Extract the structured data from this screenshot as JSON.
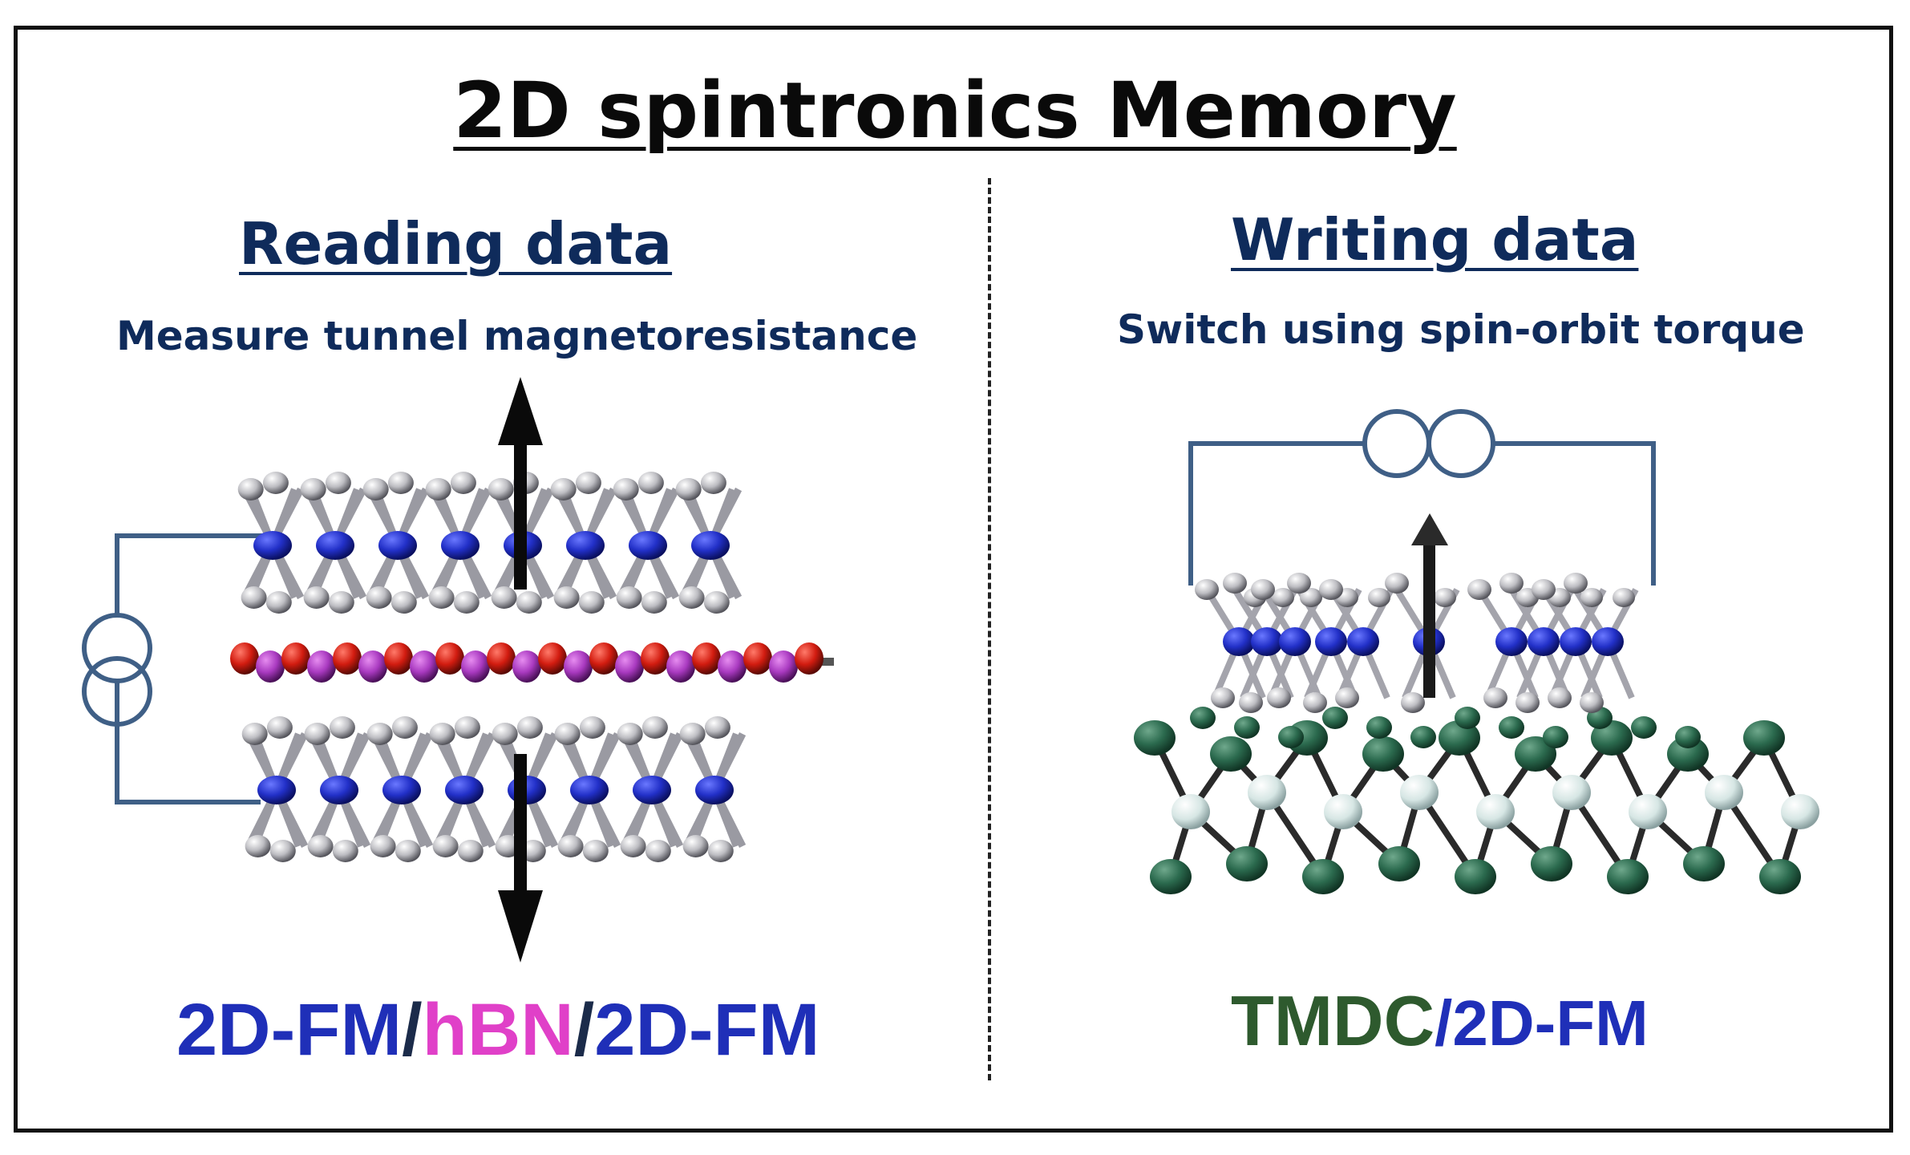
{
  "title": "2D spintronics Memory",
  "left": {
    "heading": "Reading data",
    "subheading": "Measure tunnel magnetoresistance",
    "label": {
      "part1": "2D-FM",
      "sep1": "/",
      "part2": "hBN",
      "sep2": "/",
      "part3": "2D-FM"
    }
  },
  "right": {
    "heading": "Writing data",
    "subheading": "Switch using spin-orbit  torque",
    "label": {
      "part1": "TMDC",
      "sep1": "/",
      "part2": "2D-FM"
    }
  },
  "colors": {
    "fm_blue": "#1f2fb8",
    "hbn_pink": "#e040c8",
    "tmdc_green": "#2e5a2e",
    "heading_navy": "#0f2b5b",
    "circuit_blue": "#3f5f86"
  }
}
